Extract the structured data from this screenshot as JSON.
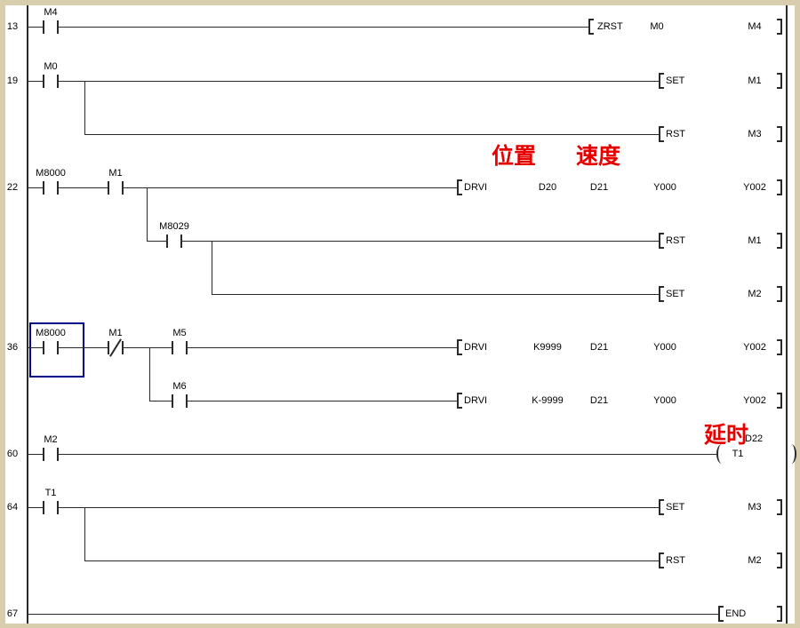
{
  "editor": {
    "type": "plc-ladder-diagram"
  },
  "colors": {
    "frame": "#d8cdad",
    "line": "#2a2a2a",
    "annotation_red": "#e60000",
    "selection_blue": "#00008b"
  },
  "annotations": {
    "position": "位置",
    "speed": "速度",
    "delay": "延时"
  },
  "rungs": {
    "r13": {
      "step": "13",
      "contact1": "M4",
      "instr": {
        "mnemonic": "ZRST",
        "op1": "M0",
        "op2": "M4"
      }
    },
    "r19": {
      "step": "19",
      "contact1": "M0",
      "set": {
        "mnemonic": "SET",
        "op": "M1"
      },
      "rst": {
        "mnemonic": "RST",
        "op": "M3"
      }
    },
    "r22": {
      "step": "22",
      "contact1": "M8000",
      "contact2": "M1",
      "contact3": "M8029",
      "drvi": {
        "mnemonic": "DRVI",
        "op1": "D20",
        "op2": "D21",
        "op3": "Y000",
        "op4": "Y002"
      },
      "rst": {
        "mnemonic": "RST",
        "op": "M1"
      },
      "set": {
        "mnemonic": "SET",
        "op": "M2"
      }
    },
    "r36": {
      "step": "36",
      "contact1": "M8000",
      "contact2": "M1",
      "contact3": "M5",
      "contact4": "M6",
      "drvi1": {
        "mnemonic": "DRVI",
        "op1": "K9999",
        "op2": "D21",
        "op3": "Y000",
        "op4": "Y002"
      },
      "drvi2": {
        "mnemonic": "DRVI",
        "op1": "K-9999",
        "op2": "D21",
        "op3": "Y000",
        "op4": "Y002"
      }
    },
    "r60": {
      "step": "60",
      "contact1": "M2",
      "coil": "T1",
      "setpoint": "D22"
    },
    "r64": {
      "step": "64",
      "contact1": "T1",
      "set": {
        "mnemonic": "SET",
        "op": "M3"
      },
      "rst": {
        "mnemonic": "RST",
        "op": "M2"
      }
    },
    "r67": {
      "step": "67",
      "end_label": "END"
    }
  }
}
